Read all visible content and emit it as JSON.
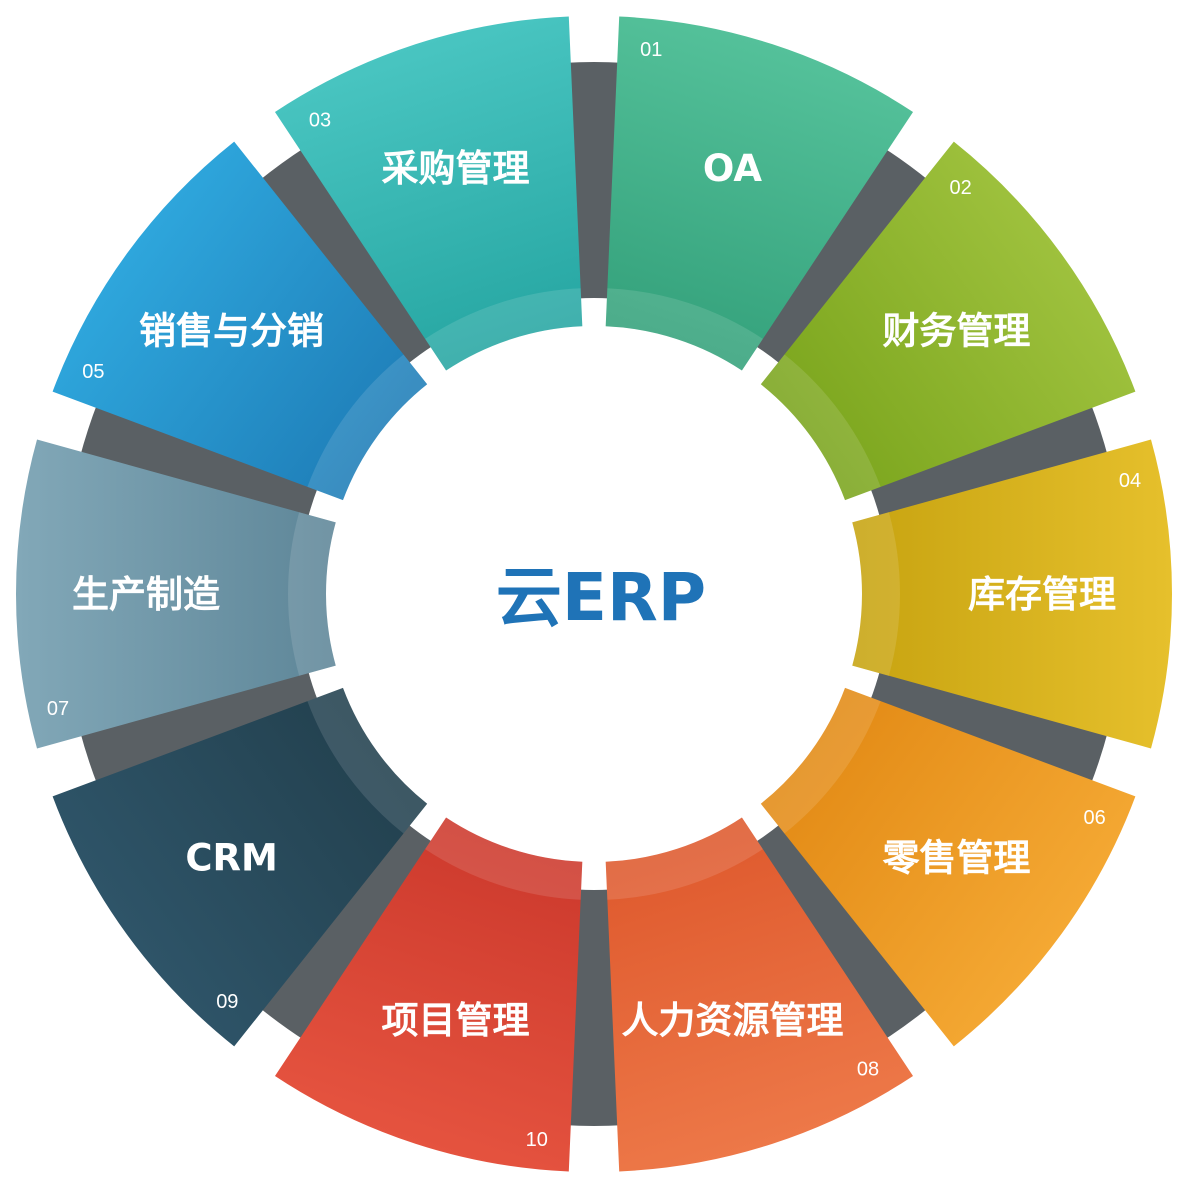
{
  "center": {
    "title": "云ERP",
    "color": "#1f73b7"
  },
  "modules": [
    {
      "id": "oa",
      "number": "01",
      "label": "OA",
      "colors": [
        "#54c19a",
        "#35a27c"
      ]
    },
    {
      "id": "finance",
      "number": "02",
      "label": "财务管理",
      "colors": [
        "#9ec13d",
        "#7ca61e"
      ]
    },
    {
      "id": "inventory",
      "number": "04",
      "label": "库存管理",
      "colors": [
        "#e6c02c",
        "#c8a411"
      ]
    },
    {
      "id": "retail",
      "number": "06",
      "label": "零售管理",
      "colors": [
        "#f4a833",
        "#e38b16"
      ]
    },
    {
      "id": "hr",
      "number": "08",
      "label": "人力资源管理",
      "colors": [
        "#ed7848",
        "#df5a2e"
      ]
    },
    {
      "id": "project",
      "number": "10",
      "label": "项目管理",
      "colors": [
        "#e5533f",
        "#cd3a2d"
      ]
    },
    {
      "id": "crm",
      "number": "09",
      "label": "CRM",
      "colors": [
        "#2e5468",
        "#23414f"
      ]
    },
    {
      "id": "production",
      "number": "07",
      "label": "生产制造",
      "colors": [
        "#82a8b8",
        "#5f8799"
      ]
    },
    {
      "id": "sales",
      "number": "05",
      "label": "销售与分销",
      "colors": [
        "#2ea6dc",
        "#1f7fb9"
      ]
    },
    {
      "id": "purchase",
      "number": "03",
      "label": "采购管理",
      "colors": [
        "#49c5c1",
        "#27a7a3"
      ]
    }
  ],
  "connector_color": "#5a6064"
}
